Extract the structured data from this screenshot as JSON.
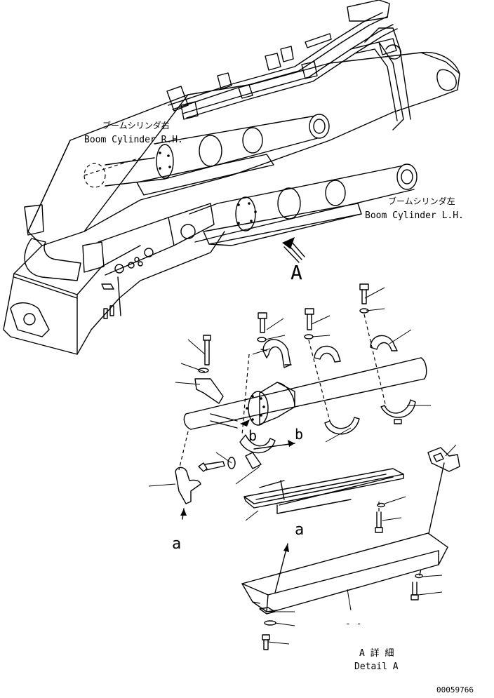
{
  "labels": {
    "boom_rh_jp": "ブームシリンダ右",
    "boom_rh_en": "Boom Cylinder R.H.",
    "boom_lh_jp": "ブームシリンダ左",
    "boom_lh_en": "Boom Cylinder L.H.",
    "view_a": "A",
    "ref_b_left": "b",
    "ref_b_right": "b",
    "ref_a_left": "a",
    "ref_a_right": "a",
    "detail_jp": "A 詳 細",
    "detail_en": "Detail A",
    "doc_number": "00059766",
    "dash_mark": "- -"
  }
}
